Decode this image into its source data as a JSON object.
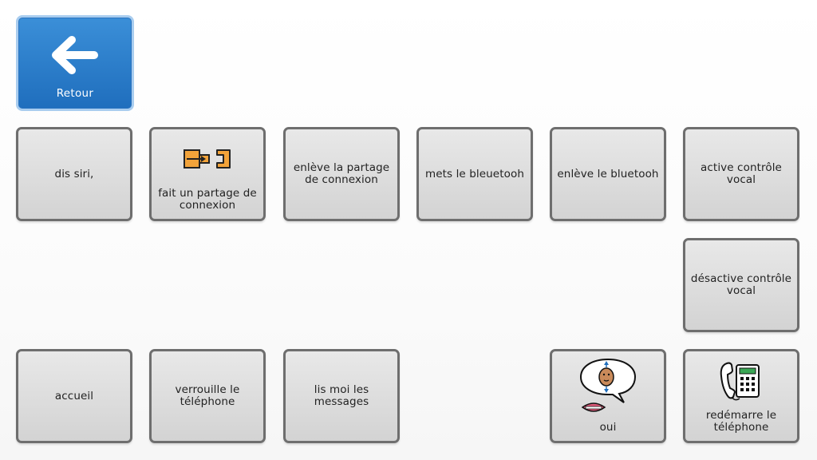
{
  "back_button": {
    "label": "Retour",
    "icon": "arrow-left-icon"
  },
  "tiles": {
    "dis_siri": {
      "label": "dis siri,"
    },
    "partage_connexion": {
      "label": "fait un partage de connexion",
      "icon": "hotspot-connection-icon"
    },
    "enleve_partage": {
      "label": "enlève la partage de connexion"
    },
    "mets_bluetooth": {
      "label": "mets le bleuetooh"
    },
    "enleve_bluetooth": {
      "label": "enlève le bluetooh"
    },
    "active_vocal": {
      "label": "active contrôle vocal"
    },
    "desactive_vocal": {
      "label": "désactive contrôle vocal"
    },
    "accueil": {
      "label": "accueil"
    },
    "verrouille": {
      "label": "verrouille le téléphone"
    },
    "lis_messages": {
      "label": "lis moi les messages"
    },
    "oui": {
      "label": "oui",
      "icon": "yes-nod-icon"
    },
    "redemarre": {
      "label": "redémarre le téléphone",
      "icon": "telephone-icon"
    }
  },
  "colors": {
    "back_button_fill": "#2a7fcd",
    "tile_fill": "#dcdcdc",
    "tile_border": "#6e6e6e",
    "icon_orange": "#f2a33a"
  }
}
